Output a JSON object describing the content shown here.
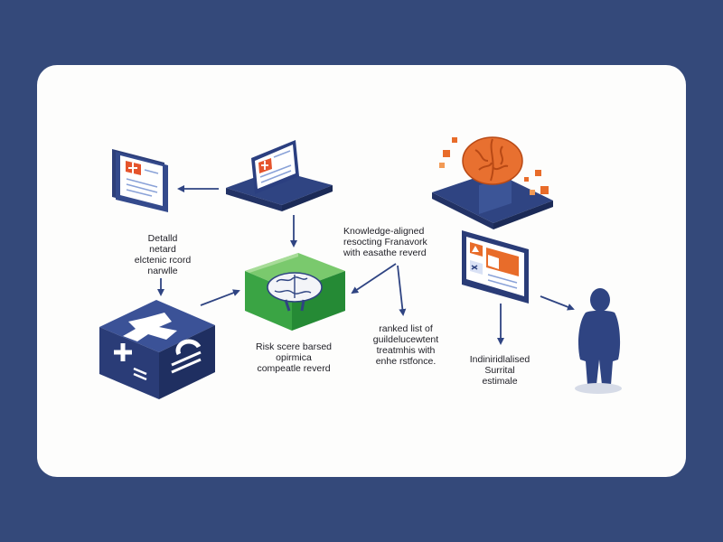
{
  "labels": {
    "ehr_narrative": "Detalld\nnetard\nelctenic rcord\nnarwlle",
    "framework": "Knowledge-aligned\nresocting Franavork\nwith easathe reverd",
    "risk_score": "Risk scere barsed\nopirmica\ncompeatle reverd",
    "ranked_list": "ranked list of\nguildelucewtent\ntreatmhis with\nenhe rstfonce.",
    "survival": "Indiniridlalised\nSurrital\nestimale"
  },
  "icons": {
    "ehr_document": "medical-document-icon",
    "laptop_record": "laptop-record-icon",
    "brain_model": "brain-icon",
    "medical_kit": "medical-cross-box-icon",
    "ai_brain": "ai-brain-icon",
    "monitor_chart": "chart-monitor-icon",
    "patient": "person-icon"
  },
  "colors": {
    "background": "#34497a",
    "card": "#fdfdfc",
    "navy": "#2f4482",
    "green": "#3aa444",
    "orange": "#e86c2a",
    "arrow": "#2f4482"
  }
}
